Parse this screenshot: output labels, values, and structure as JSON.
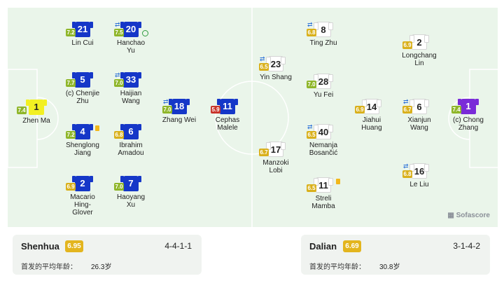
{
  "home": {
    "team": "Shenhua",
    "rating": "6.95",
    "formation": "4-4-1-1",
    "age_label": "首发的平均年龄：",
    "age_value": "26.3岁",
    "players": [
      {
        "number": "1",
        "name": "Zhen Ma",
        "rating": "7.4",
        "kit": "yellow"
      },
      {
        "number": "21",
        "name": "Lin Cui",
        "rating": "7.2",
        "kit": "blue"
      },
      {
        "number": "5",
        "name": "(c) Chenjie\nZhu",
        "rating": "7.7",
        "kit": "blue"
      },
      {
        "number": "4",
        "name": "Shenglong\nJiang",
        "rating": "7.2",
        "kit": "blue",
        "card": true
      },
      {
        "number": "2",
        "name": "Macario\nHing-\nGlover",
        "rating": "6.9",
        "kit": "blue"
      },
      {
        "number": "20",
        "name": "Hanchao\nYu",
        "rating": "7.5",
        "kit": "blue",
        "sub": true,
        "goal": true
      },
      {
        "number": "33",
        "name": "Haijian\nWang",
        "rating": "7.0",
        "kit": "blue",
        "sub": true
      },
      {
        "number": "6",
        "name": "Ibrahim\nAmadou",
        "rating": "6.8",
        "kit": "blue"
      },
      {
        "number": "7",
        "name": "Haoyang\nXu",
        "rating": "7.0",
        "kit": "blue"
      },
      {
        "number": "18",
        "name": "Zhang Wei",
        "rating": "7.0",
        "kit": "blue",
        "sub": true
      },
      {
        "number": "11",
        "name": "Cephas\nMalele",
        "rating": "5.9",
        "kit": "blue"
      }
    ]
  },
  "away": {
    "team": "Dalian",
    "rating": "6.69",
    "formation": "3-1-4-2",
    "age_label": "首发的平均年龄：",
    "age_value": "30.8岁",
    "players": [
      {
        "number": "23",
        "name": "Yin Shang",
        "rating": "6.5",
        "kit": "white",
        "sub": true
      },
      {
        "number": "17",
        "name": "Manzoki\nLobi",
        "rating": "6.7",
        "kit": "white"
      },
      {
        "number": "8",
        "name": "Ting Zhu",
        "rating": "6.8",
        "kit": "white",
        "sub": true
      },
      {
        "number": "28",
        "name": "Yu Fei",
        "rating": "7.0",
        "kit": "white"
      },
      {
        "number": "40",
        "name": "Nemanja\nBosančić",
        "rating": "6.5",
        "kit": "white",
        "sub": true
      },
      {
        "number": "11",
        "name": "Streli\nMamba",
        "rating": "6.5",
        "kit": "white",
        "card": true
      },
      {
        "number": "2",
        "name": "Longchang\nLin",
        "rating": "6.9",
        "kit": "white"
      },
      {
        "number": "14",
        "name": "Jiahui\nHuang",
        "rating": "6.9",
        "kit": "white"
      },
      {
        "number": "6",
        "name": "Xianjun\nWang",
        "rating": "6.7",
        "kit": "white",
        "sub": true
      },
      {
        "number": "16",
        "name": "Le Liu",
        "rating": "6.8",
        "kit": "white",
        "sub": true
      },
      {
        "number": "1",
        "name": "(c) Chong\nZhang",
        "rating": "7.4",
        "kit": "purple"
      }
    ]
  },
  "watermark": "Sofascore",
  "colors": {
    "rating_green": "#8fb62a",
    "rating_yellow": "#d9b01c",
    "rating_red": "#c8352c",
    "home_kit": "#1537c8",
    "pitch": "#eaf5ea"
  }
}
